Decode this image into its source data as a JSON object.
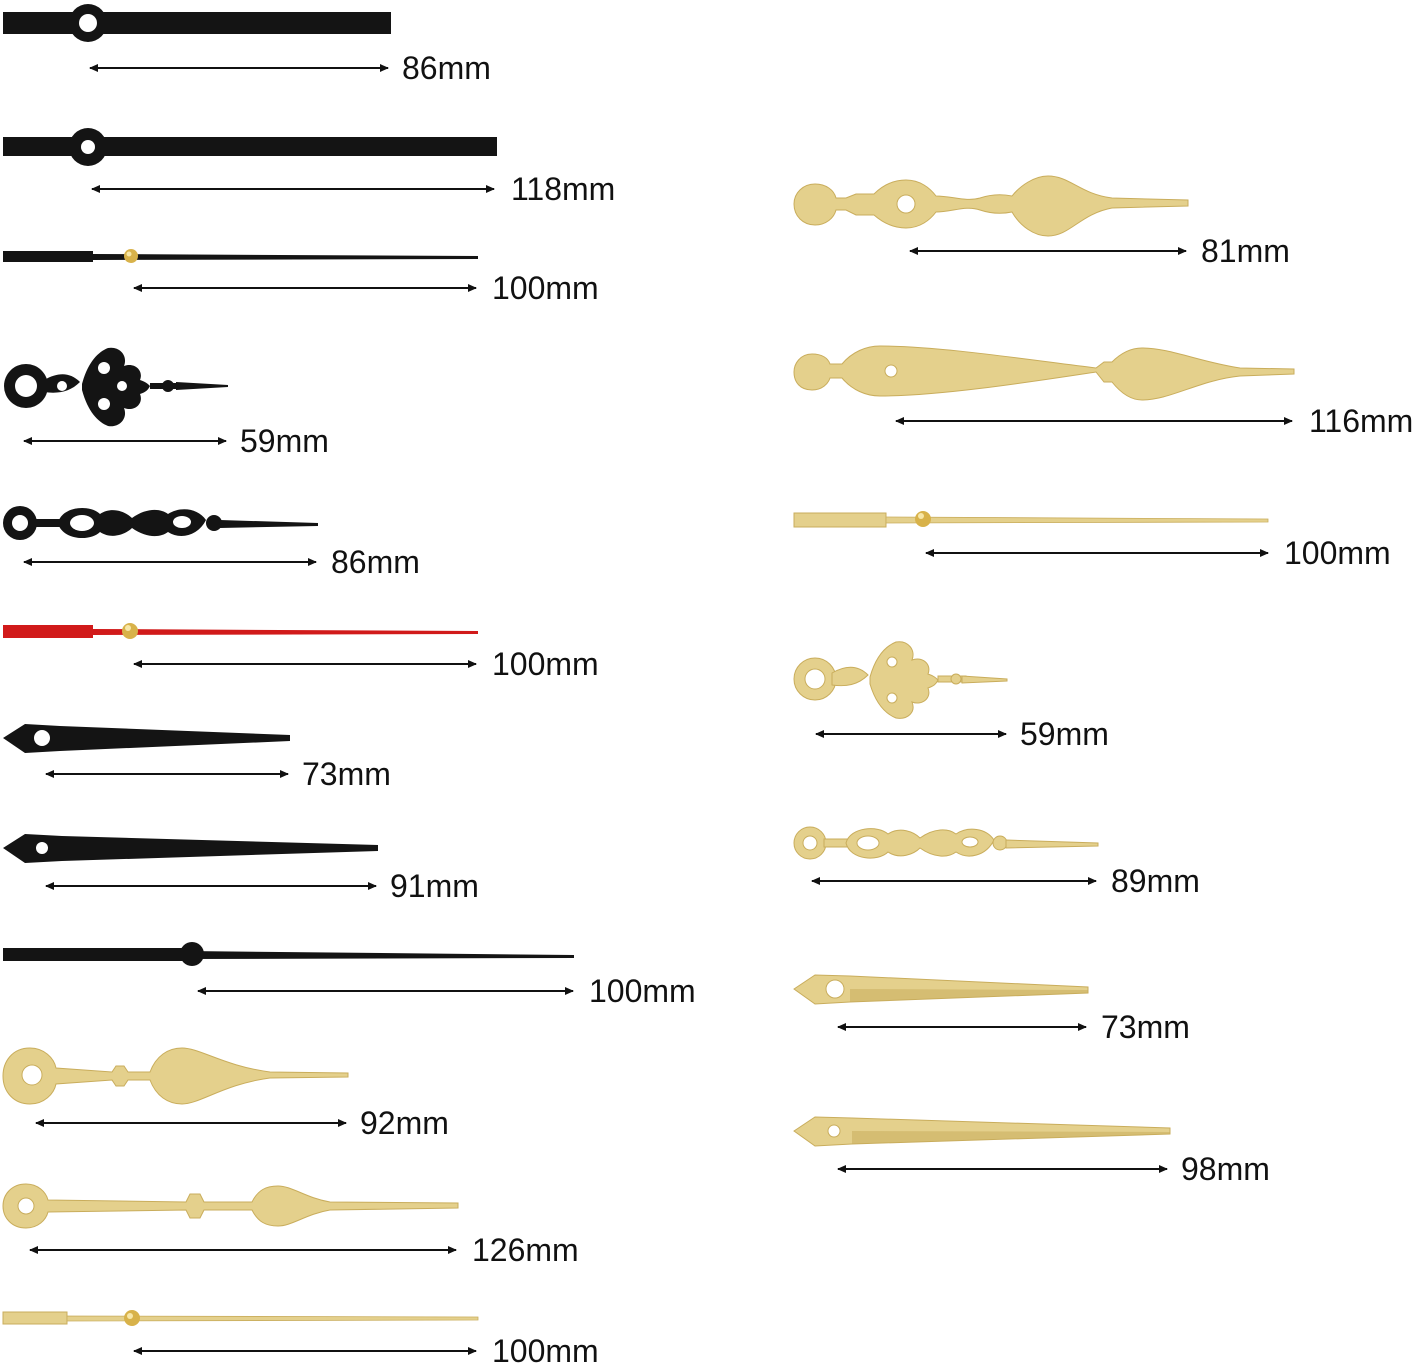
{
  "colors": {
    "black_hand": "#141414",
    "gold_hand": "#e4d08c",
    "gold_dark": "#c9ad5c",
    "red_hand": "#d11a1a",
    "arrow": "#111111",
    "label": "#111111"
  },
  "left_column": [
    {
      "style": "black-bar",
      "color": "black",
      "label": "86mm"
    },
    {
      "style": "black-bar",
      "color": "black",
      "label": "118mm"
    },
    {
      "style": "second-hand",
      "color": "black",
      "label": "100mm"
    },
    {
      "style": "ornate-hour",
      "color": "black",
      "label": "59mm"
    },
    {
      "style": "ornate-minute",
      "color": "black",
      "label": "86mm"
    },
    {
      "style": "second-hand",
      "color": "red",
      "label": "100mm"
    },
    {
      "style": "spade",
      "color": "black",
      "label": "73mm"
    },
    {
      "style": "spade",
      "color": "black",
      "label": "91mm"
    },
    {
      "style": "second-hand",
      "color": "black",
      "label": "100mm"
    },
    {
      "style": "bulb",
      "color": "gold",
      "label": "92mm"
    },
    {
      "style": "bulb",
      "color": "gold",
      "label": "126mm"
    },
    {
      "style": "second-hand",
      "color": "gold",
      "label": "100mm"
    }
  ],
  "right_column": [
    {
      "style": "serpentine",
      "color": "gold",
      "label": "81mm"
    },
    {
      "style": "serpentine",
      "color": "gold",
      "label": "116mm"
    },
    {
      "style": "second-hand",
      "color": "gold",
      "label": "100mm"
    },
    {
      "style": "ornate-hour",
      "color": "gold",
      "label": "59mm"
    },
    {
      "style": "ornate-minute",
      "color": "gold",
      "label": "89mm"
    },
    {
      "style": "spade",
      "color": "gold",
      "label": "73mm"
    },
    {
      "style": "spade",
      "color": "gold",
      "label": "98mm"
    }
  ]
}
